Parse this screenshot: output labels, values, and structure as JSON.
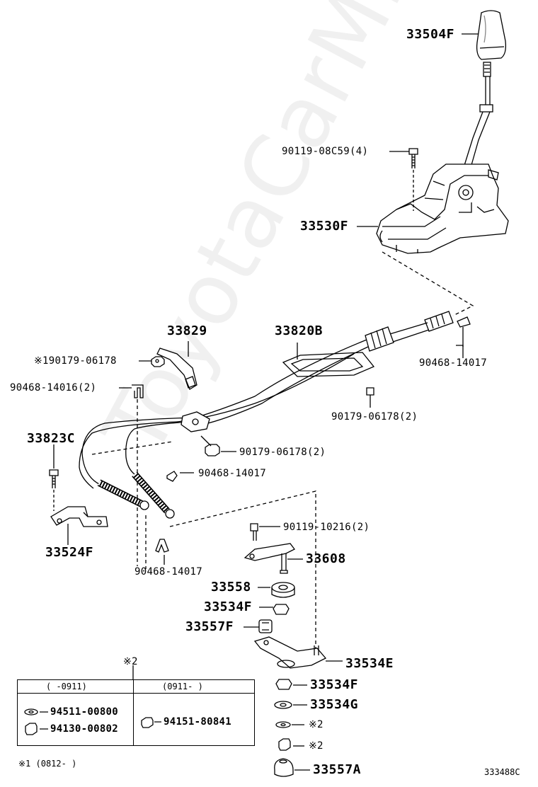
{
  "watermark": "ToyotaCarMine.ru",
  "figure_code": "333488C",
  "parts": {
    "shift_knob": "33504F",
    "bolt_shifter": "90119-08C59(4)",
    "shifter_housing": "33530F",
    "bracket_top": "33829",
    "nut_star_1": "※190179-06178",
    "clip_left": "90468-14016(2)",
    "cable_assy": "33820B",
    "clip_right": "90468-14017",
    "nut_right": "90179-06178(2)",
    "nut_middle": "90179-06178(2)",
    "bracket_left": "33823C",
    "clip_middle": "90468-14017",
    "bracket_lower": "33524F",
    "bolt_lever": "90119-10216(2)",
    "lever_33608": "33608",
    "clip_bottom": "90468-14017",
    "bushing_33558": "33558",
    "bushing_33534F_a": "33534F",
    "retainer_33557F": "33557F",
    "lever_33534E": "33534E",
    "bushing_33534F_b": "33534F",
    "washer_33534G": "33534G",
    "washer_ref2": "※2",
    "nut_ref2": "※2",
    "mount_33557A": "33557A"
  },
  "legend": {
    "ref_mark": "※2",
    "col_left_header": "(  -0911)",
    "col_right_header": "(0911-  )",
    "left_items": [
      "94511-00800",
      "94130-00802"
    ],
    "right_items": [
      "94151-80841"
    ]
  },
  "footnote": "※1 (0812-  )"
}
